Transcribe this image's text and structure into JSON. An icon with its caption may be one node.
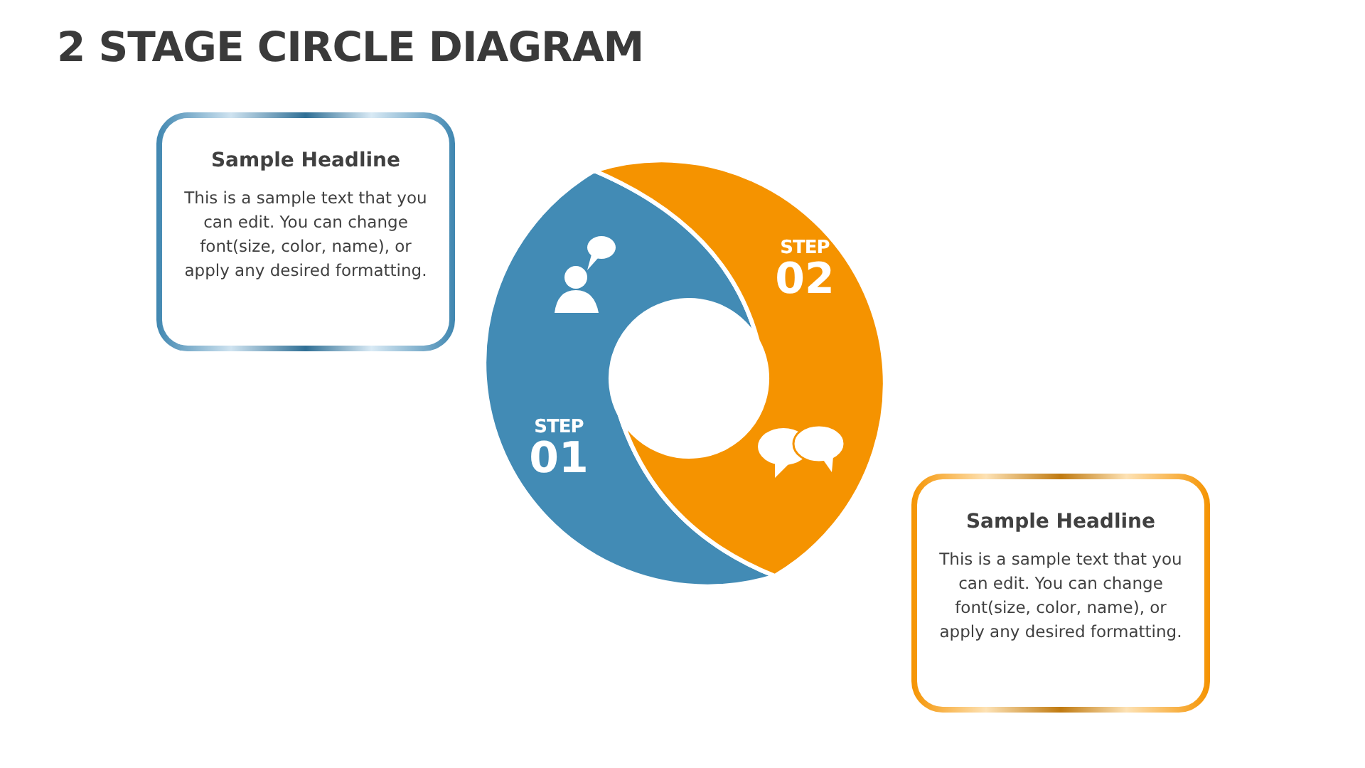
{
  "diagram": {
    "title": "2 STAGE CIRCLE DIAGRAM",
    "nodes": [
      {
        "text": [
          "Sample Headline",
          "This is a sample text that you can edit. You can change font(size, color, name), or apply any desired formatting."
        ]
      },
      {
        "text": [
          "STEP",
          "01"
        ]
      },
      {
        "text": [
          "STEP",
          "02"
        ]
      },
      {
        "text": [
          "Sample Headline",
          "This is a sample text that you can edit. You can change font(size, color, name), or apply any desired formatting."
        ]
      }
    ],
    "edges": []
  }
}
